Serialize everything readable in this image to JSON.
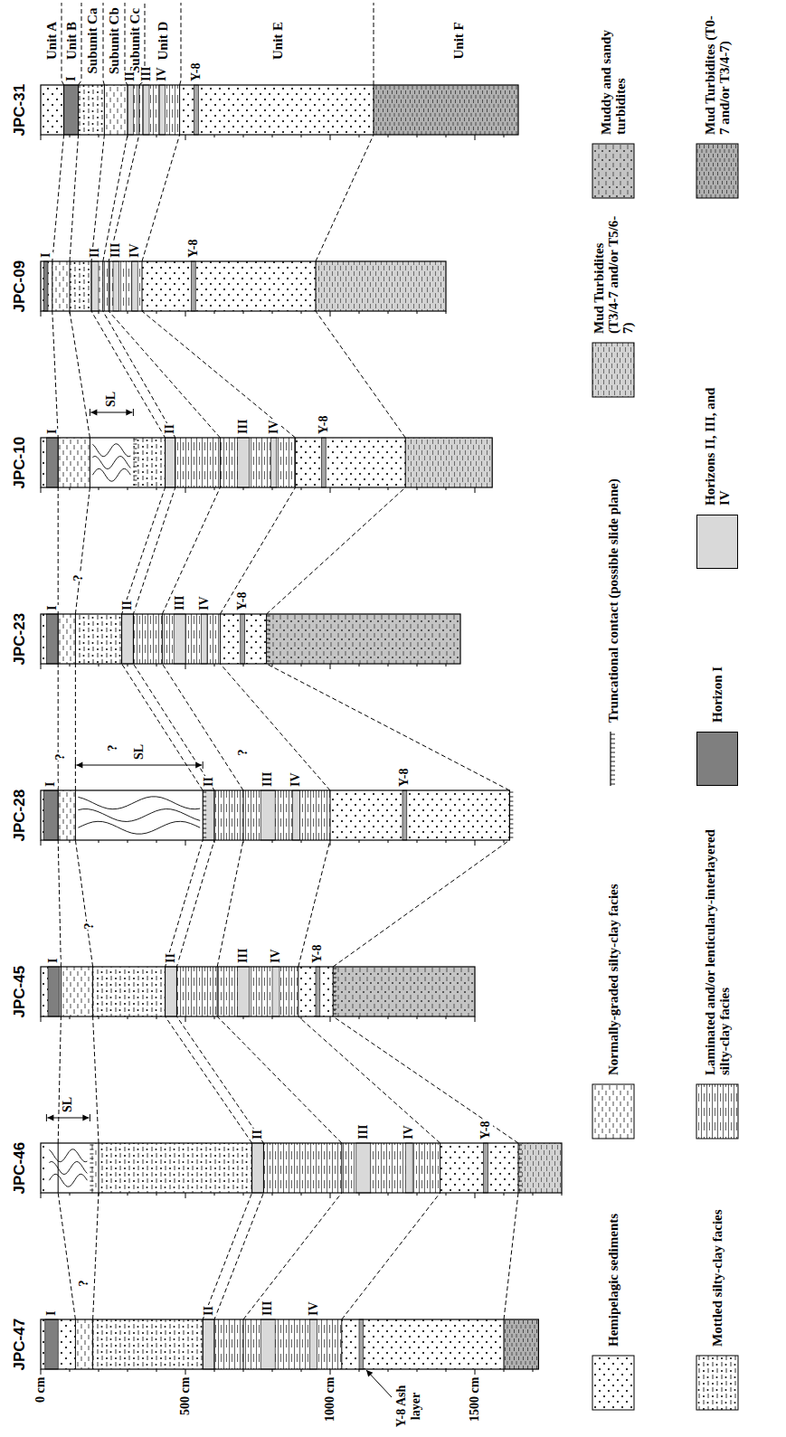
{
  "diagram": {
    "labels": [
      "JPC-47",
      "JPC-46",
      "JPC-45",
      "JPC-28",
      "JPC-23",
      "JPC-10",
      "JPC-09",
      "JPC-31",
      "0 cm",
      "500 cm",
      "1000 cm",
      "1500 cm",
      "Y-8 Ash layer",
      "Unit A",
      "Unit B",
      "Subunit Ca",
      "Subunit Cb",
      "Subunit Cc",
      "Unit D",
      "Unit E",
      "Unit F",
      "I",
      "II",
      "III",
      "IV",
      "SL",
      "II",
      "III",
      "IV",
      "Y-8",
      "I",
      "II",
      "III",
      "IV",
      "Y-8",
      "I",
      "SL",
      "II",
      "III",
      "IV",
      "Y-8",
      "I",
      "II",
      "III",
      "IV",
      "Y-8",
      "I",
      "SL",
      "II",
      "III",
      "IV",
      "Y-8",
      "I",
      "II",
      "III",
      "IV",
      "Y-8",
      "I",
      "II",
      "III",
      "IV",
      "Y-8",
      "?",
      "?",
      "?",
      "?",
      "?",
      "?"
    ],
    "legend": [
      {
        "text": "Hemipelagic sediments"
      },
      {
        "text": "Normally-graded silty-clay facies"
      },
      {
        "text": "Truncational contact (possible slide plane)"
      },
      {
        "text": "Mud Turbidites (T3/4-7 and/or T5/6-7)"
      },
      {
        "text": "Muddy and sandy turbidites"
      },
      {
        "text": "Mottled silty-clay facies"
      },
      {
        "text": "Laminated and/or lenticulary-interlayered silty-clay facies"
      },
      {
        "text": "Horizon I",
        "color": "#7f7f7f"
      },
      {
        "text": "Horizons II, III, and IV",
        "color": "#d9d9d9"
      },
      {
        "text": "Mud Turbidites (T0-7 and/or T3/4-7)"
      }
    ]
  }
}
